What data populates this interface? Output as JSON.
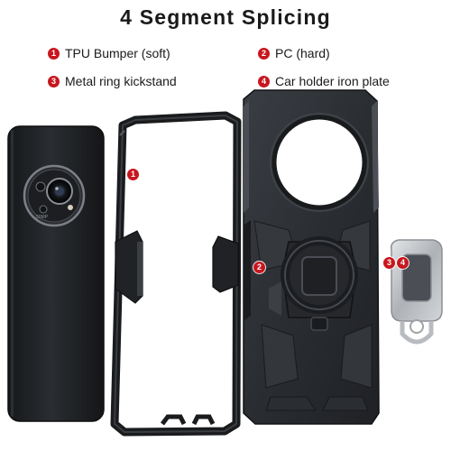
{
  "title": "4 Segment Splicing",
  "legend": [
    {
      "number": "1",
      "label": "TPU Bumper (soft)"
    },
    {
      "number": "2",
      "label": "PC (hard)"
    },
    {
      "number": "3",
      "label": "Metal ring kickstand"
    },
    {
      "number": "4",
      "label": "Car holder iron plate"
    }
  ],
  "callouts": {
    "bumper": "1",
    "pc_shell": "2",
    "ring": "3",
    "plate": "4"
  },
  "phone": {
    "camera_text": "50MP"
  },
  "colors": {
    "accent": "#c8161e",
    "case": "#2b2e33",
    "phone": "#1f2124",
    "ring": "#b9bcc0"
  }
}
